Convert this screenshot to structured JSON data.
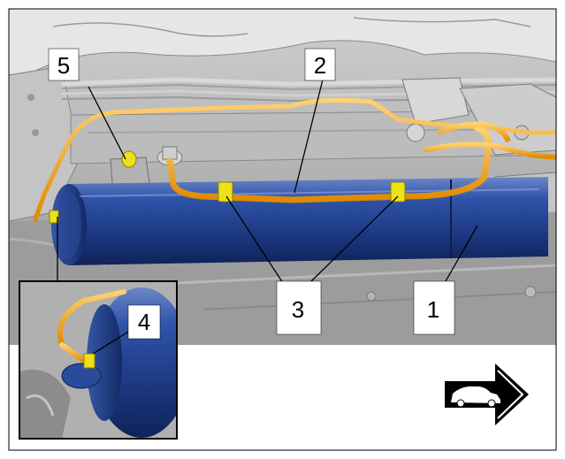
{
  "callouts": {
    "c1": "1",
    "c2": "2",
    "c3": "3",
    "c4": "4",
    "c5": "5"
  },
  "icons": {
    "direction": "forward-direction-car-arrow-icon"
  },
  "colors": {
    "tank_blue": "#1f3f8e",
    "pipe_orange": "#f2a51c",
    "clip_yellow": "#ece11a",
    "background_gray": "#a9a9a9"
  }
}
